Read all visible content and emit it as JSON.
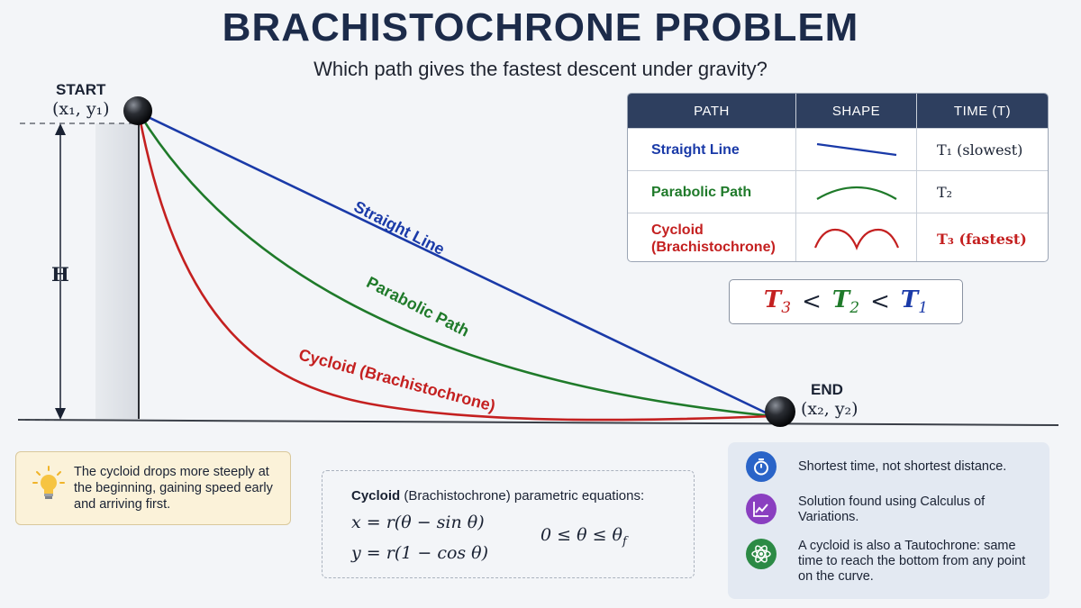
{
  "title": "BRACHISTOCHRONE PROBLEM",
  "subtitle": "Which path gives the fastest descent under gravity?",
  "diagram": {
    "start_label": "START",
    "start_coord": "(x₁, y₁)",
    "end_label": "END",
    "end_coord": "(x₂, y₂)",
    "height_label": "H",
    "curves": {
      "straight": "Straight Line",
      "parabolic": "Parabolic Path",
      "cycloid": "Cycloid (Brachistochrone)"
    },
    "colors": {
      "straight": "#1a3aa8",
      "parabolic": "#1f7a2a",
      "cycloid": "#c42020"
    }
  },
  "table": {
    "headers": [
      "PATH",
      "SHAPE",
      "TIME (T)"
    ],
    "rows": [
      {
        "path": "Straight Line",
        "shape_icon": "straight-line-icon",
        "time": "T₁ (slowest)"
      },
      {
        "path": "Parabolic Path",
        "shape_icon": "parabola-icon",
        "time": "T₂"
      },
      {
        "path": "Cycloid (Brachistochrone)",
        "shape_icon": "cycloid-arches-icon",
        "time": "T₃ (fastest)"
      }
    ]
  },
  "inequality": {
    "t3": "T",
    "t3_sub": "3",
    "lt1": "<",
    "t2": "T",
    "t2_sub": "2",
    "lt2": "<",
    "t1": "T",
    "t1_sub": "1"
  },
  "tip": {
    "icon": "lightbulb-icon",
    "text": "The cycloid drops more steeply at the beginning, gaining speed early and arriving first."
  },
  "equations": {
    "heading_bold": "Cycloid",
    "heading_rest": " (Brachistochrone) parametric equations:",
    "x": "x = r(θ − sin θ)",
    "y": "y = r(1 − cos θ)",
    "range": "0 ≤ θ ≤ θ",
    "range_sub": "f"
  },
  "facts": [
    {
      "icon": "stopwatch-icon",
      "color": "#2a64c8",
      "text": "Shortest time, not shortest distance."
    },
    {
      "icon": "chart-trend-icon",
      "color": "#8a3fc0",
      "text": "Solution found using Calculus of Variations."
    },
    {
      "icon": "atom-icon",
      "color": "#2c8a45",
      "text": "A cycloid is also a Tautochrone: same time to reach the bottom from any point on the curve."
    }
  ]
}
